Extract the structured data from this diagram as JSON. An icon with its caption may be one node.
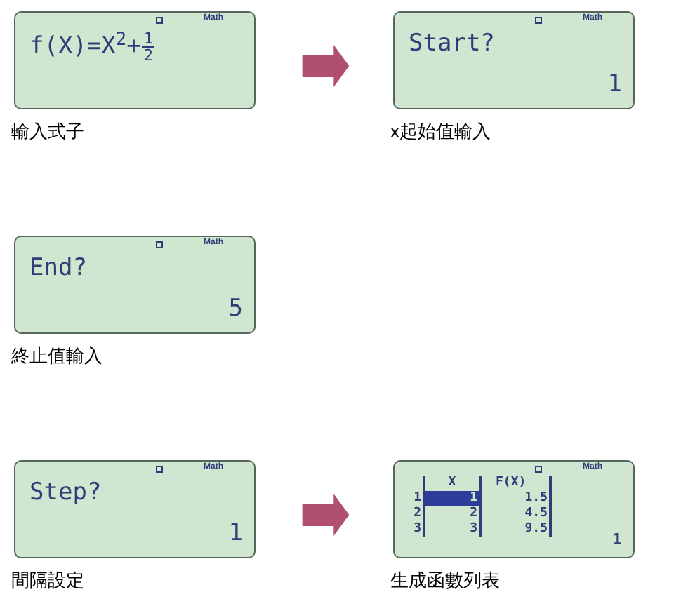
{
  "diagram": {
    "nodes": [
      {
        "text": [
          "Math",
          "f(X)=X$^{2}$+",
          "1",
          "2"
        ],
        "beside": [
          "輸入式子"
        ]
      },
      {
        "text": [
          "Math",
          "Start?",
          "1"
        ],
        "beside": [
          "x起始值輸入"
        ]
      },
      {
        "text": [
          "Math",
          "End?",
          "5"
        ],
        "beside": [
          "終止值輸入"
        ]
      },
      {
        "text": [
          "Math",
          "Step?",
          "1"
        ],
        "beside": [
          "間隔設定"
        ]
      },
      {
        "text": [
          "Math",
          "X",
          "F(X)",
          "1",
          "1",
          "1.5",
          "2",
          "2",
          "4.5",
          "3",
          "3",
          "9.5",
          "1"
        ],
        "beside": [
          "生成函數列表"
        ]
      }
    ],
    "edges": [
      {
        "from": 0,
        "to": 1,
        "arrow": "to",
        "color": "#b0506e"
      },
      {
        "from": 3,
        "to": 4,
        "arrow": "to",
        "color": "#b0506e"
      }
    ]
  }
}
